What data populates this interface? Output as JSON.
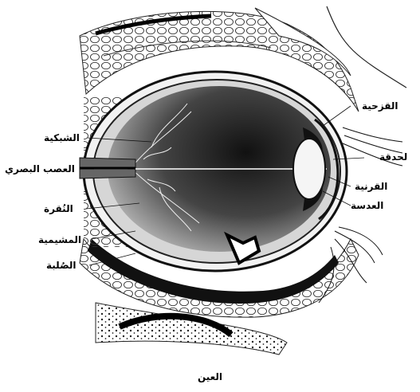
{
  "labels": {
    "retina": "الشبكية",
    "optic_nerve": "العصب البصري",
    "fovea": "النُقرة",
    "choroid": "المشيمية",
    "sclera": "الصُلبة",
    "iris": "القزحية",
    "pupil": "لحدقة",
    "cornea": "القرنية",
    "lens": "العدسة"
  },
  "caption": "العين",
  "colors": {
    "ink": "#111111",
    "paper": "#ffffff"
  }
}
